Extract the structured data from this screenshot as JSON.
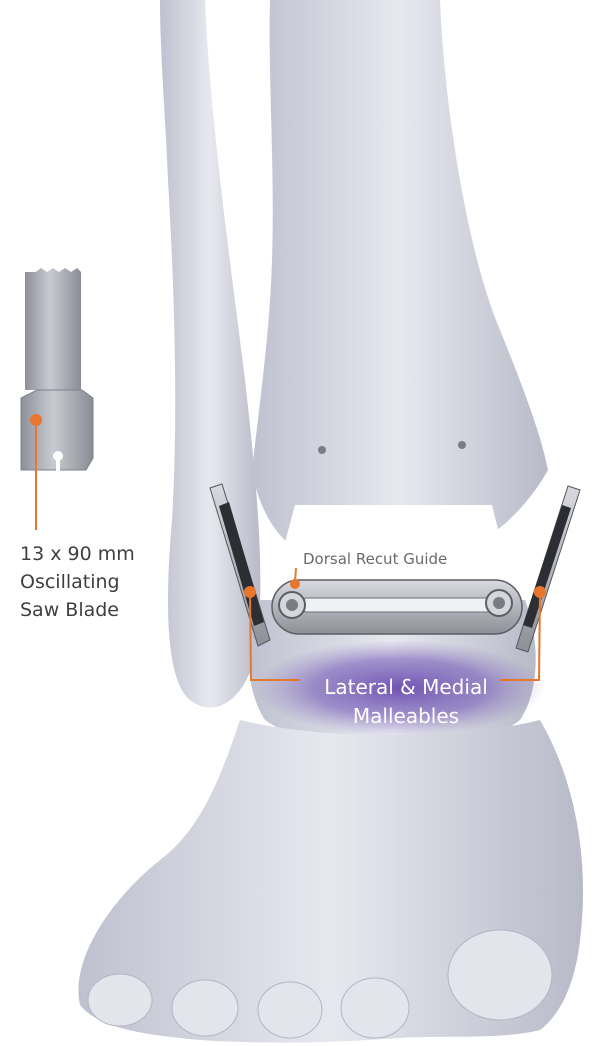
{
  "labels": {
    "saw_blade": {
      "line1": "13 x 90 mm",
      "line2": "Oscillating",
      "line3": "Saw Blade"
    },
    "recut_guide": "Dorsal Recut Guide",
    "malleables": {
      "line1": "Lateral & Medial",
      "line2": "Malleables"
    }
  },
  "colors": {
    "callout": "#e8762c",
    "highlight": "#6b4fb3",
    "label_text": "#3f3f3f",
    "bone": "#dcdde6",
    "instrument": "#9a9ca3"
  }
}
